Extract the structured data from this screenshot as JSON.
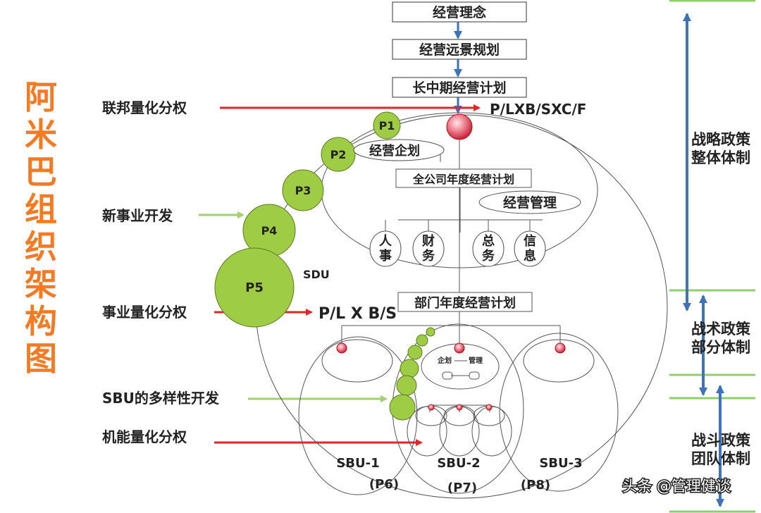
{
  "title_chars": [
    "阿",
    "米",
    "巴",
    "组",
    "织",
    "架",
    "构",
    "图"
  ],
  "flow_boxes": [
    "经营理念",
    "经营远景规划",
    "长中期经营计划"
  ],
  "top_output": "P/LXB/SXC/F",
  "left_labels": {
    "federal": "联邦量化分权",
    "new_business": "新事业开发",
    "business": "事业量化分权",
    "sbu_dev": "SBU的多样性开发",
    "function": "机能量化分权"
  },
  "bubbles": [
    "P1",
    "P2",
    "P3",
    "P4",
    "P5"
  ],
  "sdu": "SDU",
  "planning_ellipse": "经营企划",
  "company_plan": "全公司年度经营计划",
  "mgmt_ellipse": "经营管理",
  "dept_circles": [
    [
      "人",
      "事"
    ],
    [
      "财",
      "务"
    ],
    [
      "总",
      "务"
    ],
    [
      "信",
      "息"
    ]
  ],
  "dept_plan": "部门年度经营计划",
  "middle_output": "P/L X B/S",
  "mini_labels": [
    "企划",
    "管理"
  ],
  "sbu_labels": [
    "SBU-1",
    "SBU-2",
    "SBU-3"
  ],
  "p_labels": [
    "(P6)",
    "(P7)",
    "(P8)"
  ],
  "right_bands": [
    [
      "战略政策",
      "整体体制"
    ],
    [
      "战术政策",
      "部分体制"
    ],
    [
      "战斗政策",
      "团队体制"
    ]
  ],
  "watermark": "头条 @管理健谈",
  "colors": {
    "title": "#f47a24",
    "red": "#e0262a",
    "green": "#9ed36a",
    "bubble": "#9fcc45",
    "blue": "#3f73b8",
    "band": "#8fcf6a"
  }
}
